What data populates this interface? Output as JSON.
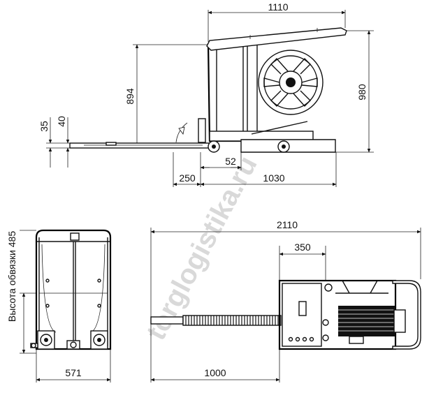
{
  "watermark": "torglogistika.ru",
  "dimensions": {
    "total_length_top": "1110",
    "height_894": "894",
    "height_980": "980",
    "offset_35": "35",
    "offset_40": "40",
    "offset_52": "52",
    "offset_250": "250",
    "length_1030": "1030",
    "strap_height_label": "Высота обвязки 485",
    "width_571": "571",
    "total_length_bottom": "2110",
    "offset_350": "350",
    "table_1000": "1000"
  }
}
